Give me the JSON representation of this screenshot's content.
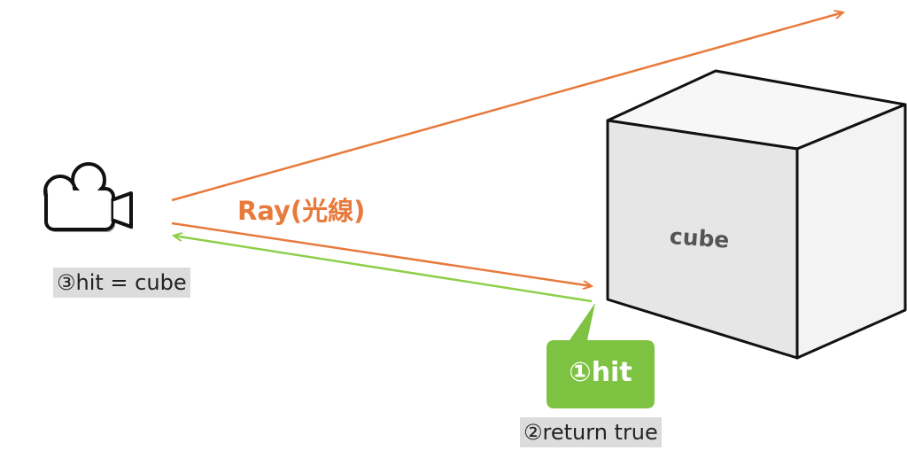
{
  "colors": {
    "ray": "#e87a3c",
    "return": "#8ecf4a",
    "bubble": "#7ec242",
    "cube_front": "#e6e6e6",
    "cube_side": "#f3f3f3",
    "cube_top": "#f7f7f7",
    "label_bg": "#dcdcdc"
  },
  "icons": {
    "camera": "video-camera-icon"
  },
  "labels": {
    "ray": "Ray(光線)",
    "cube": "cube",
    "hit_bubble": "①hit",
    "return_true": "②return true",
    "hit_result": "③hit = cube"
  }
}
